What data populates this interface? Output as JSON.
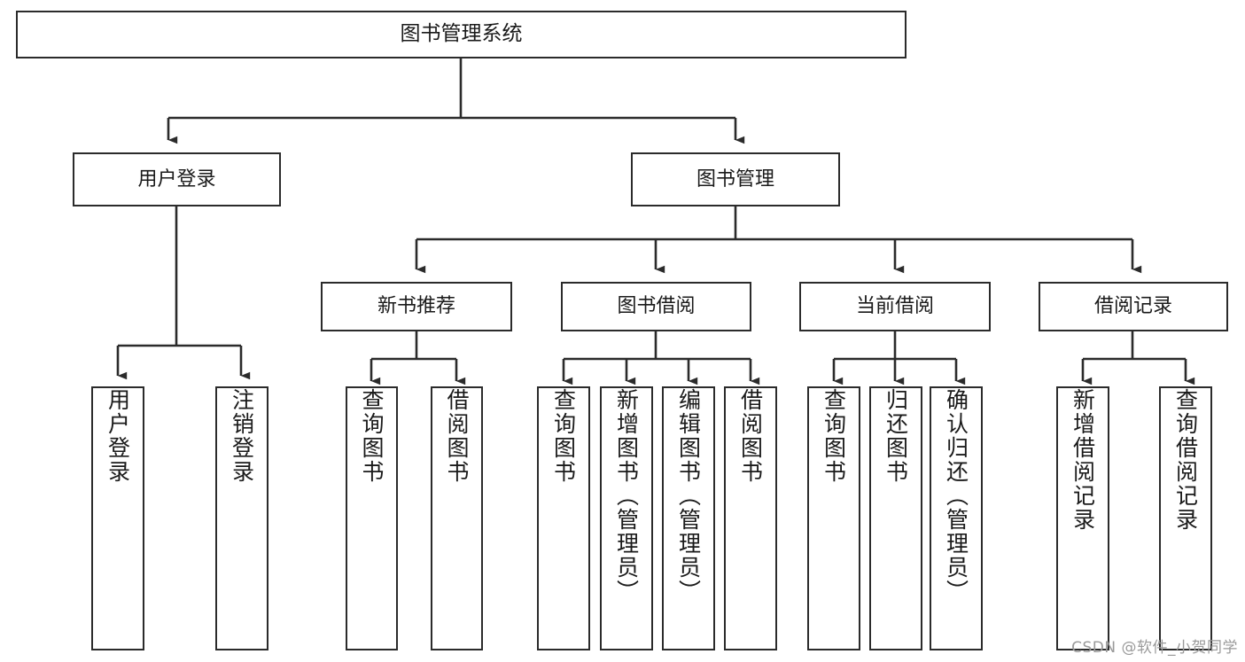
{
  "diagram": {
    "kind": "tree-hierarchy-chart",
    "title": "图书管理系统",
    "watermark": "CSDN @软件_小贺同学",
    "colors": {
      "background": "#ffffff",
      "box_border": "#2b2b2b",
      "connector": "#2b2b2b",
      "text": "#1a1a1a",
      "watermark": "#9a9a9a"
    },
    "nodes": {
      "root": {
        "label": "图书管理系统"
      },
      "level2": [
        {
          "label": "用户登录"
        },
        {
          "label": "图书管理"
        }
      ],
      "level3": [
        {
          "label": "新书推荐"
        },
        {
          "label": "图书借阅"
        },
        {
          "label": "当前借阅"
        },
        {
          "label": "借阅记录"
        }
      ],
      "leaves": {
        "user_login": [
          {
            "label": "用户登录"
          },
          {
            "label": "注销登录"
          }
        ],
        "new_book": [
          {
            "label": "查询图书"
          },
          {
            "label": "借阅图书"
          }
        ],
        "book_borrow": [
          {
            "label": "查询图书"
          },
          {
            "label": "新增图书（管理员）"
          },
          {
            "label": "编辑图书（管理员）"
          },
          {
            "label": "借阅图书"
          }
        ],
        "current_borrow": [
          {
            "label": "查询图书"
          },
          {
            "label": "归还图书"
          },
          {
            "label": "确认归还（管理员）"
          }
        ],
        "borrow_record": [
          {
            "label": "新增借阅记录"
          },
          {
            "label": "查询借阅记录"
          }
        ]
      }
    }
  }
}
